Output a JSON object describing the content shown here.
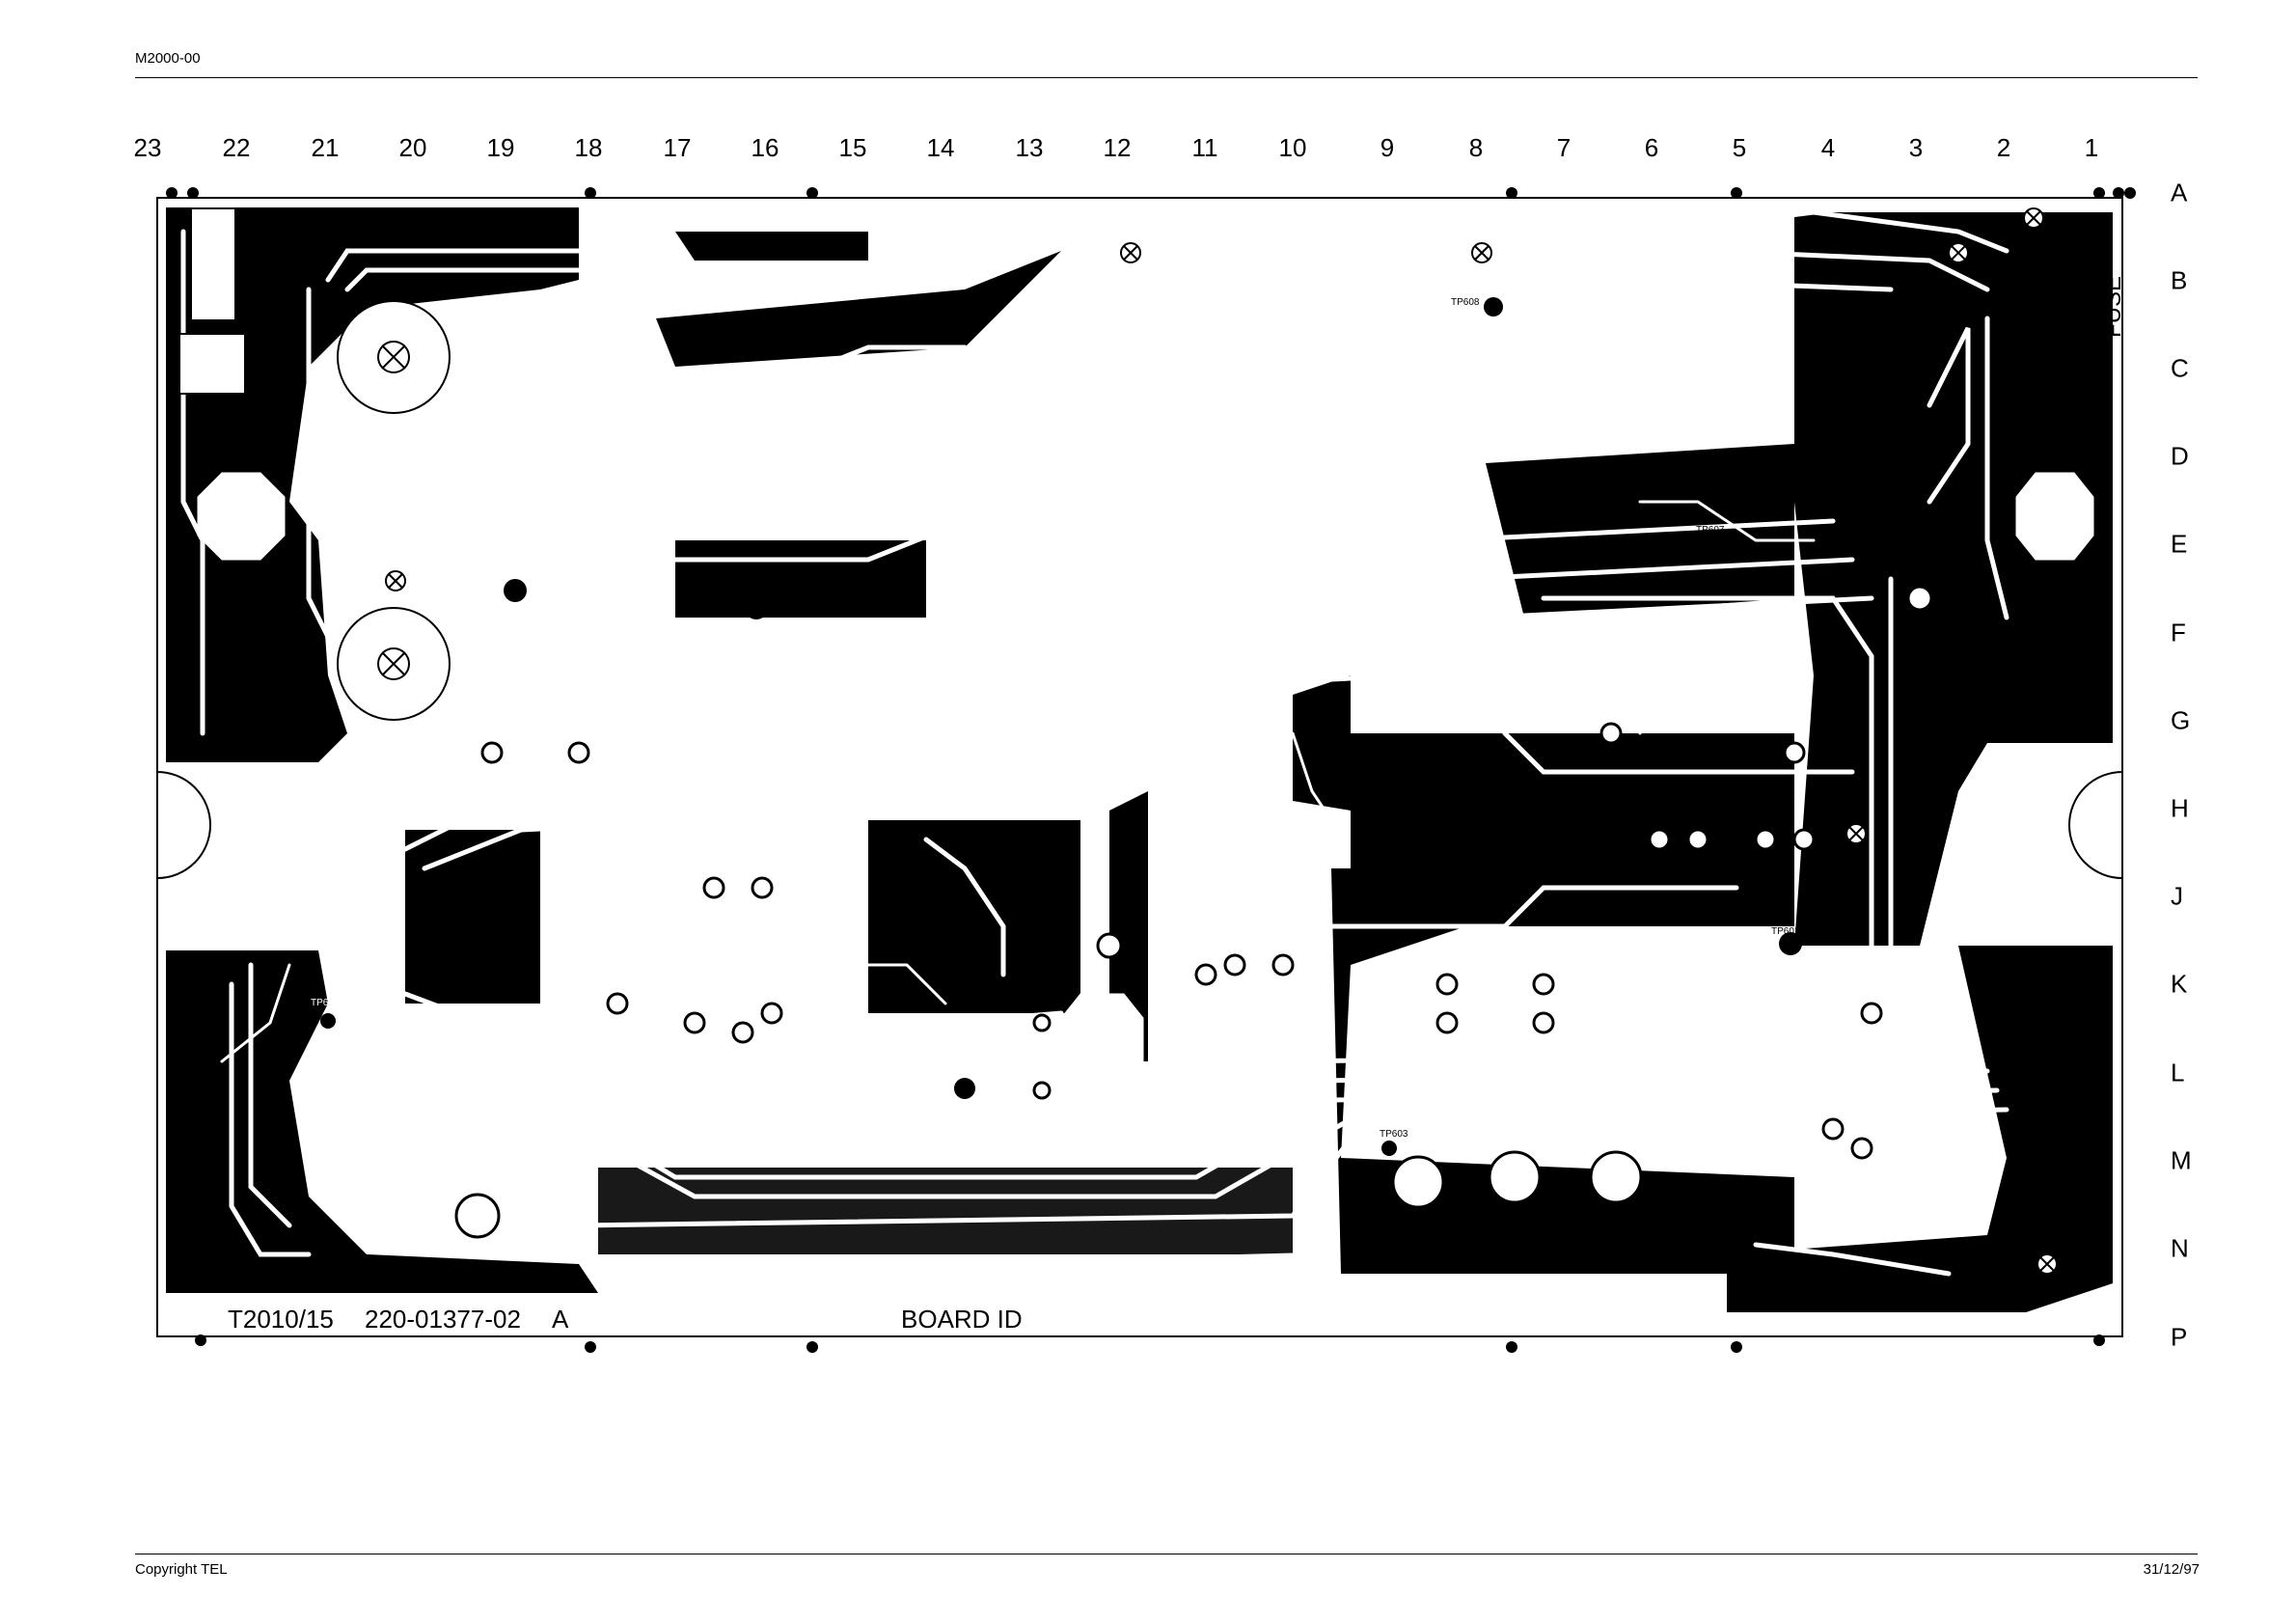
{
  "header": {
    "doc_code": "M2000-00"
  },
  "footer": {
    "copyright": "Copyright TEL",
    "date": "31/12/97"
  },
  "grid": {
    "columns": [
      "23",
      "22",
      "21",
      "20",
      "19",
      "18",
      "17",
      "16",
      "15",
      "14",
      "13",
      "12",
      "11",
      "10",
      "9",
      "8",
      "7",
      "6",
      "5",
      "4",
      "3",
      "2",
      "1"
    ],
    "rows": [
      "A",
      "B",
      "C",
      "D",
      "E",
      "F",
      "G",
      "H",
      "J",
      "K",
      "L",
      "M",
      "N",
      "P"
    ]
  },
  "board": {
    "part_code": "T2010/15",
    "assembly_number": "220-01377-02",
    "revision": "A",
    "board_id_label": "BOARD ID",
    "fuse_label": "FUSE",
    "test_points": [
      "TP608",
      "TP607",
      "TP601",
      "TP604",
      "TP603",
      "TP609"
    ]
  },
  "colors": {
    "copper": "#000000",
    "background": "#ffffff"
  }
}
